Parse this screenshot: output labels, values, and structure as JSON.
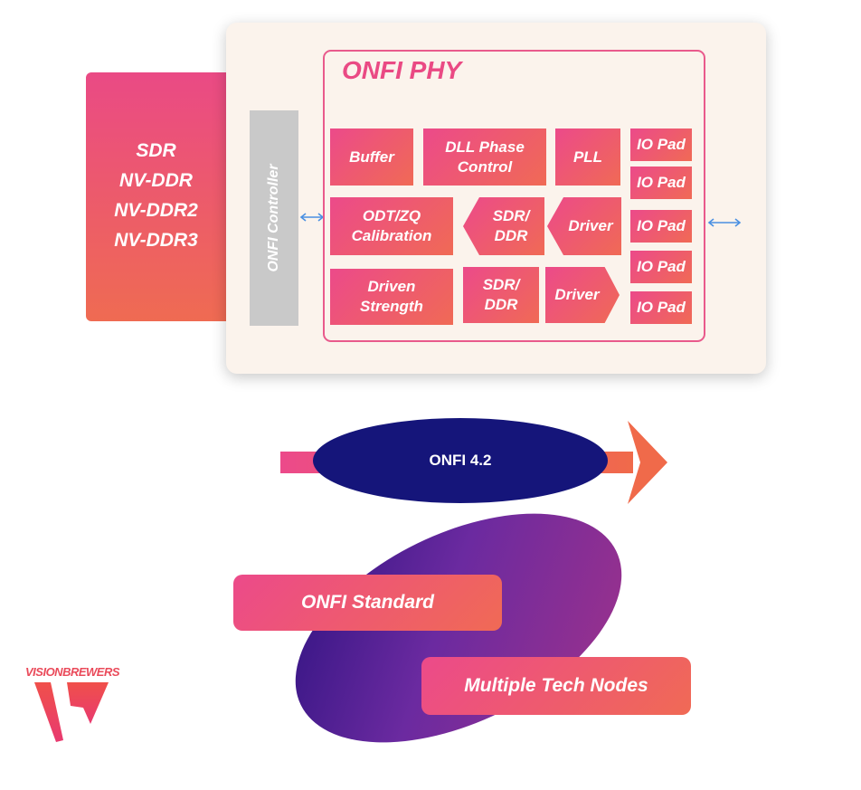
{
  "modes": [
    "SDR",
    "NV-DDR",
    "NV-DDR2",
    "NV-DDR3"
  ],
  "controller": {
    "label": "ONFI Controller"
  },
  "phy": {
    "title": "ONFI PHY",
    "buffer": "Buffer",
    "dll_line1": "DLL Phase",
    "dll_line2": "Control",
    "pll": "PLL",
    "odt_line1": "ODT/ZQ",
    "odt_line2": "Calibration",
    "driven_line1": "Driven",
    "driven_line2": "Strength",
    "sdr_ddr_rx_line1": "SDR/",
    "sdr_ddr_rx_line2": "DDR",
    "sdr_ddr_tx_line1": "SDR/",
    "sdr_ddr_tx_line2": "DDR",
    "driver_rx": "Driver",
    "driver_tx": "Driver",
    "io_pads": [
      "IO Pad",
      "IO Pad",
      "IO Pad",
      "IO Pad",
      "IO Pad"
    ]
  },
  "version": "ONFI 4.2",
  "features": [
    "ONFI Standard",
    "Multiple Tech Nodes"
  ],
  "logo": {
    "text": "VISIONBREWERS"
  },
  "colors": {
    "accent_pink": "#ea4a85",
    "accent_orange": "#f06a55",
    "navy": "#15157a",
    "arrow_blue": "#4a90e2",
    "card_bg": "#fbf3ec"
  }
}
